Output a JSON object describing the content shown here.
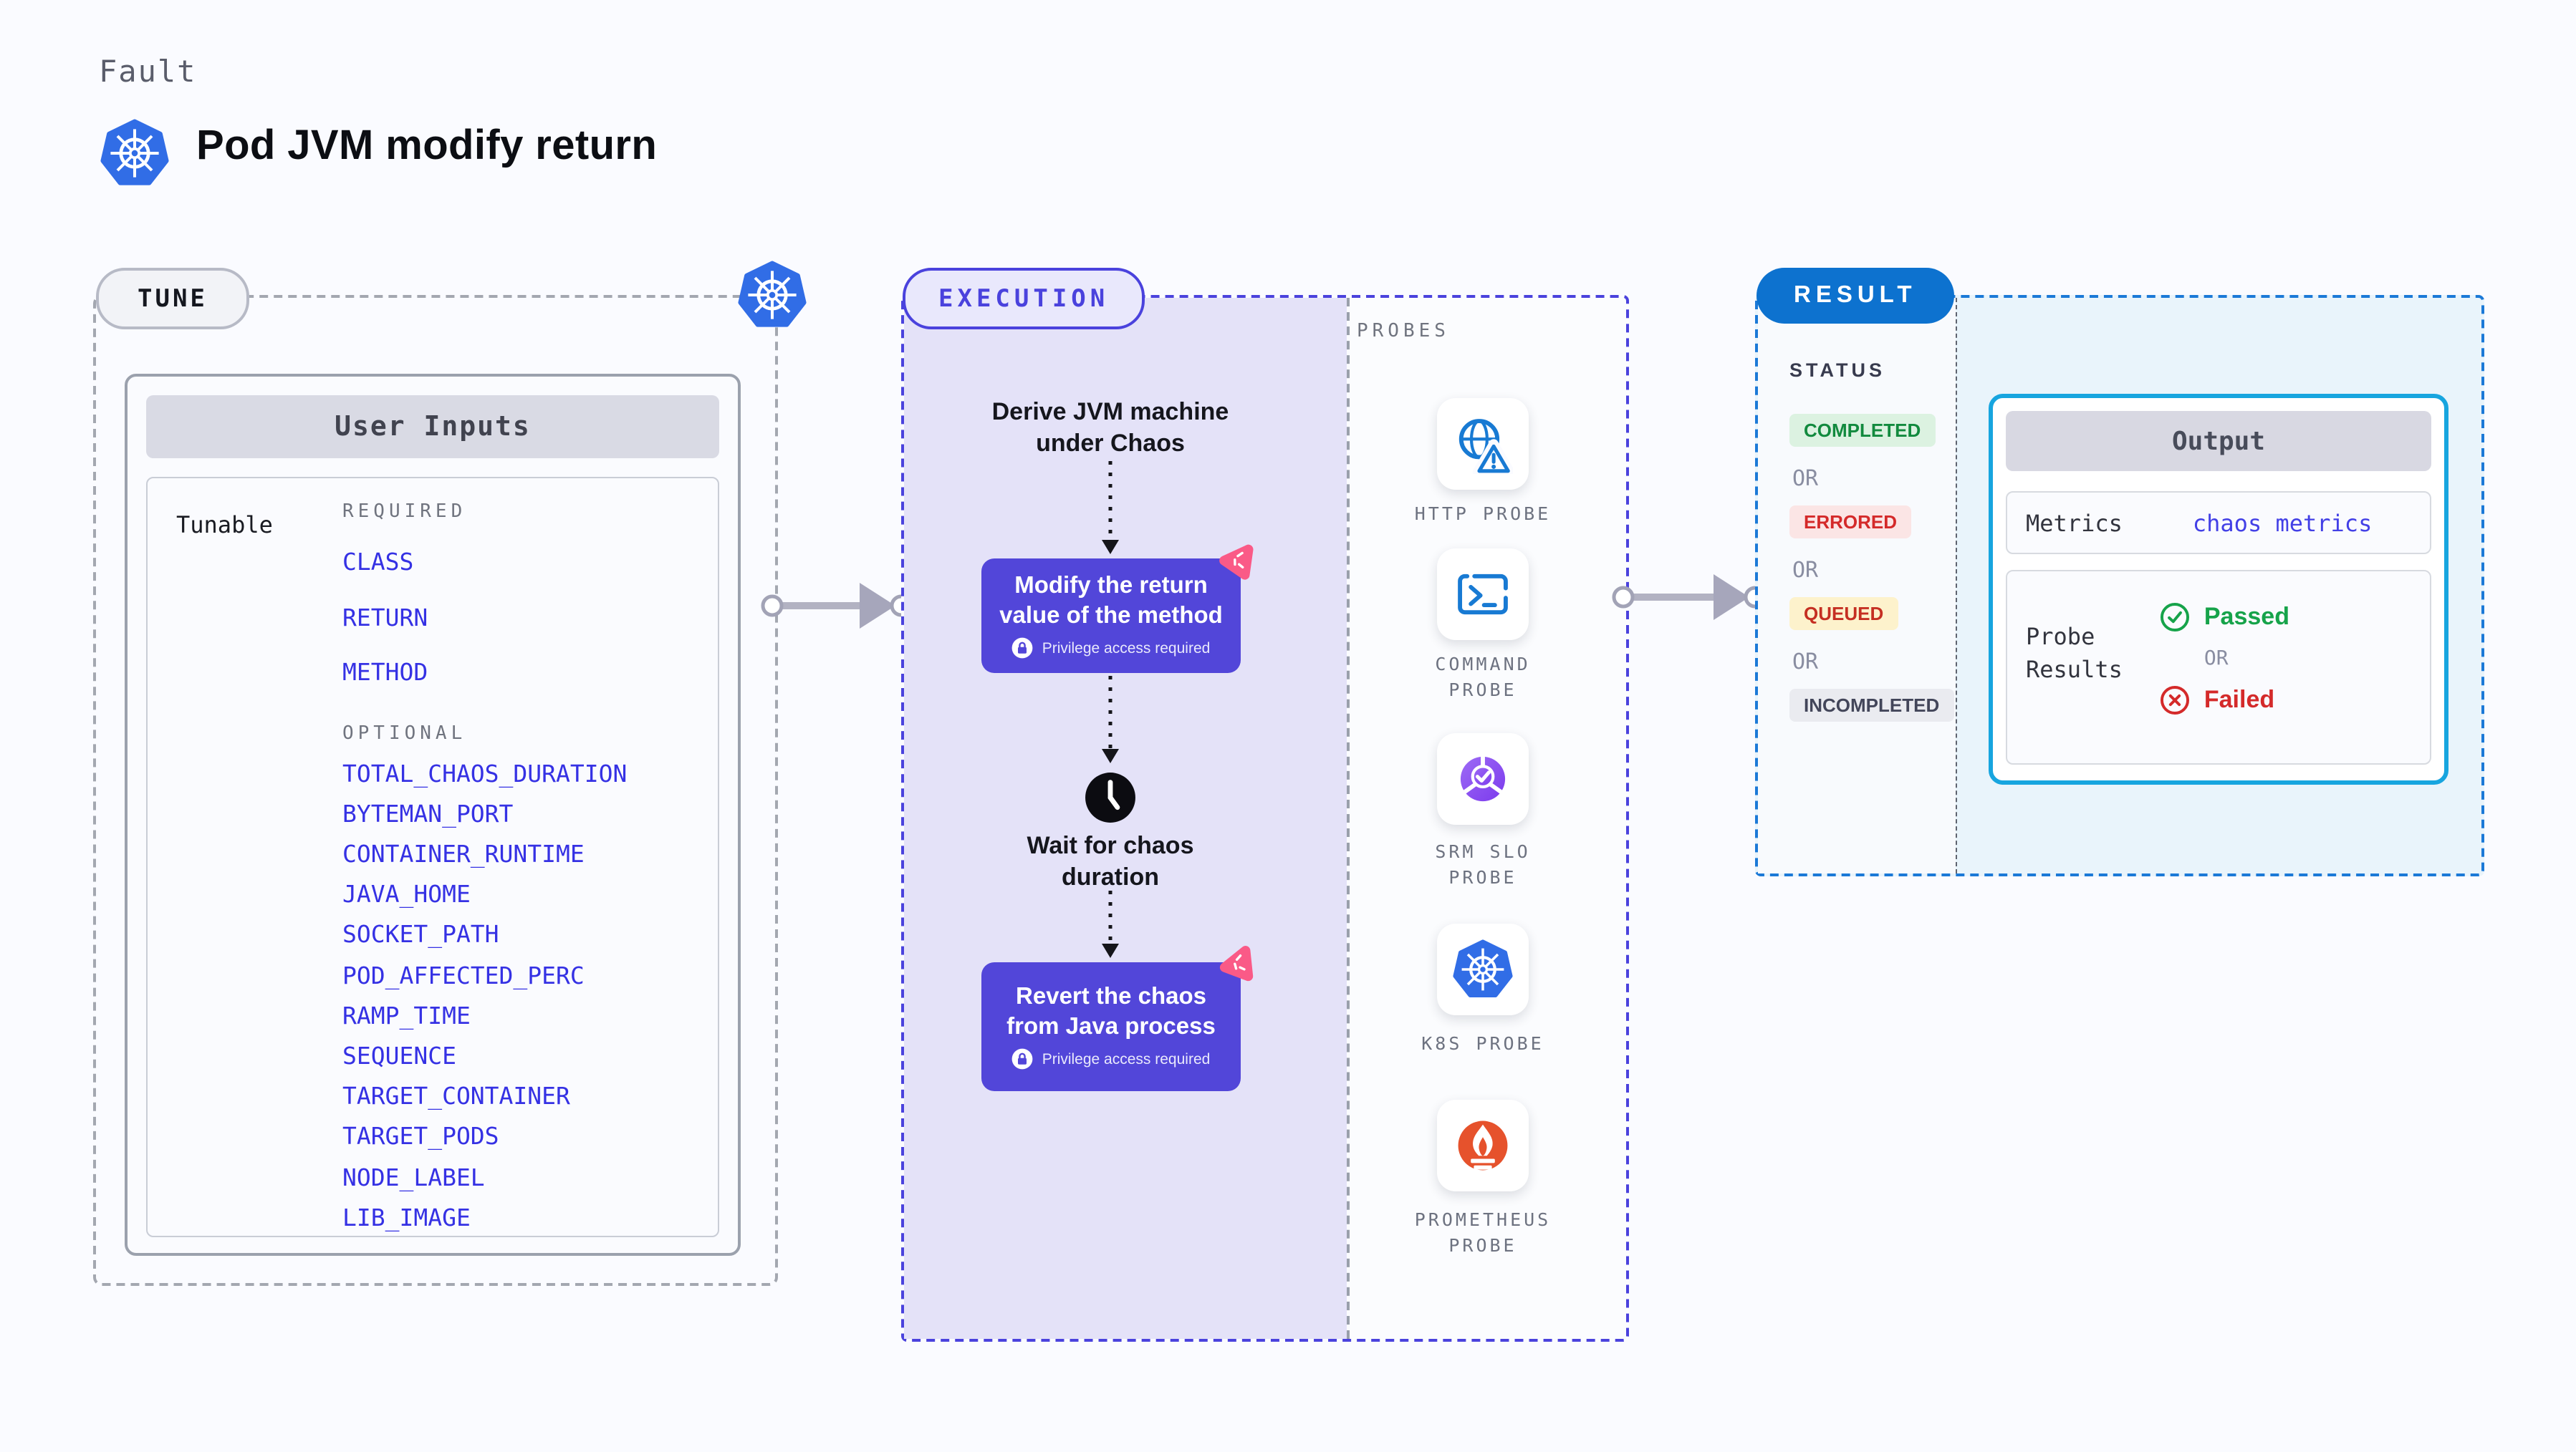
{
  "header": {
    "eyebrow": "Fault",
    "title": "Pod JVM modify return"
  },
  "colors": {
    "bg": "#fafbff",
    "lavender": "#e4e2f8",
    "indigo-border": "#4a42dd",
    "node-indigo": "#5246d9",
    "item-blue": "#3531e4",
    "result-blue": "#0d72cf",
    "result-border": "#1b79d7",
    "output-border": "#17a5df"
  },
  "tune": {
    "label": "TUNE",
    "card_title": "User Inputs",
    "row_label": "Tunable",
    "required_label": "REQUIRED",
    "required": [
      "CLASS",
      "RETURN",
      "METHOD"
    ],
    "optional_label": "OPTIONAL",
    "optional": [
      "TOTAL_CHAOS_DURATION",
      "BYTEMAN_PORT",
      "CONTAINER_RUNTIME",
      "JAVA_HOME",
      "SOCKET_PATH",
      "POD_AFFECTED_PERC",
      "RAMP_TIME",
      "SEQUENCE",
      "TARGET_CONTAINER",
      "TARGET_PODS",
      "NODE_LABEL",
      "LIB_IMAGE"
    ]
  },
  "execution": {
    "label": "EXECUTION",
    "step_derive": "Derive JVM machine\nunder Chaos",
    "step_modify": "Modify the return\nvalue of the method",
    "step_wait": "Wait for chaos\nduration",
    "step_revert": "Revert the chaos\nfrom Java process",
    "privilege_note": "Privilege access required"
  },
  "probes": {
    "label": "PROBES",
    "items": [
      {
        "name": "HTTP PROBE",
        "icon": "globe-warning-icon"
      },
      {
        "name": "COMMAND\nPROBE",
        "icon": "terminal-icon"
      },
      {
        "name": "SRM SLO\nPROBE",
        "icon": "slo-ring-check-icon"
      },
      {
        "name": "K8S PROBE",
        "icon": "kubernetes-icon"
      },
      {
        "name": "PROMETHEUS\nPROBE",
        "icon": "prometheus-flame-icon"
      }
    ]
  },
  "result": {
    "label": "RESULT",
    "status_label": "STATUS",
    "or": "OR",
    "statuses": [
      "COMPLETED",
      "ERRORED",
      "QUEUED",
      "INCOMPLETED"
    ],
    "output": {
      "title": "Output",
      "metrics_label": "Metrics",
      "metrics_value": "chaos metrics",
      "probe_results_label": "Probe\nResults",
      "passed": "Passed",
      "failed": "Failed"
    }
  }
}
